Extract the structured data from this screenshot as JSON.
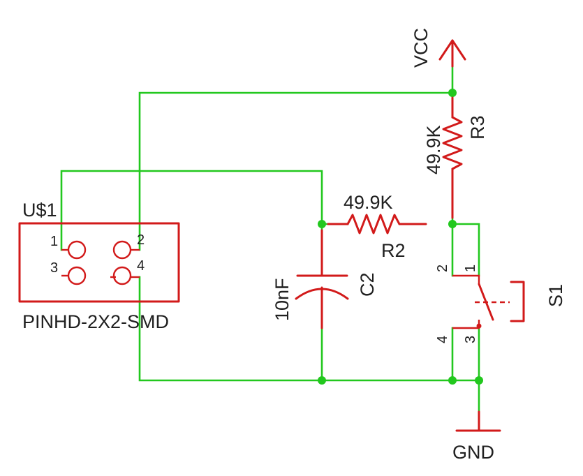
{
  "colors": {
    "wire": "#22c81e",
    "part": "#d21a1a",
    "text": "#202020",
    "background": "#ffffff"
  },
  "header": {
    "ref": "U$1",
    "package": "PINHD-2X2-SMD",
    "pins": [
      "1",
      "2",
      "3",
      "4"
    ]
  },
  "power": {
    "vcc": "VCC",
    "gnd": "GND"
  },
  "r3": {
    "ref": "R3",
    "value": "49.9K"
  },
  "r2": {
    "ref": "R2",
    "value": "49.9K"
  },
  "c2": {
    "ref": "C2",
    "value": "10nF"
  },
  "s1": {
    "ref": "S1",
    "pins": [
      "1",
      "2",
      "3",
      "4"
    ]
  }
}
